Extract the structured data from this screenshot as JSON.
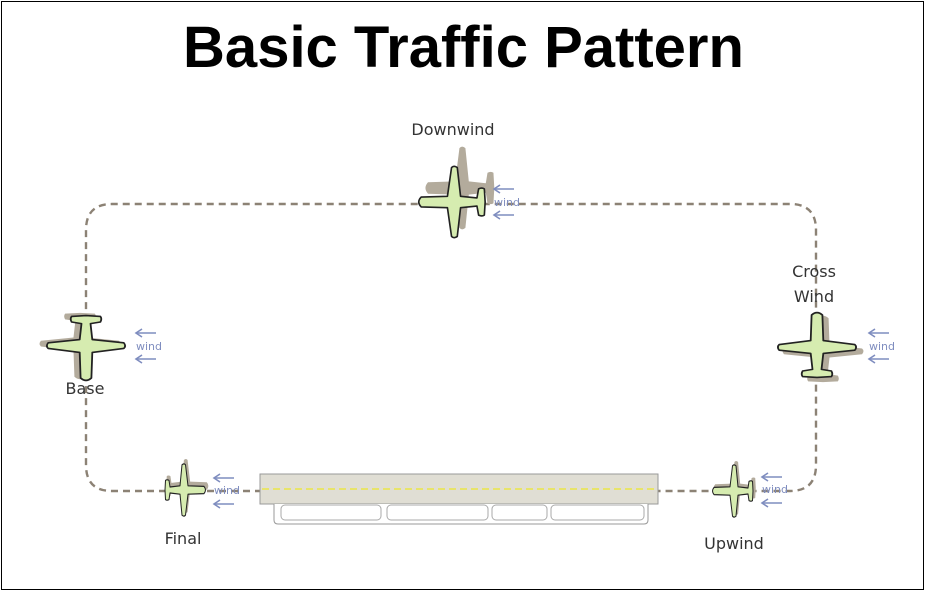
{
  "title": "Basic Traffic Pattern",
  "legs": {
    "downwind": "Downwind",
    "crosswind_line1": "Cross",
    "crosswind_line2": "Wind",
    "base": "Base",
    "final": "Final",
    "upwind": "Upwind"
  },
  "wind_label": "wind",
  "colors": {
    "plane_fill": "#d6ecb0",
    "plane_stroke": "#222222",
    "shadow": "#b3ab9c",
    "pattern_line": "#8c8275",
    "runway_fill": "#e0ded4",
    "runway_centerline": "#e8e46a",
    "wind_arrow": "#7f8dbf"
  }
}
